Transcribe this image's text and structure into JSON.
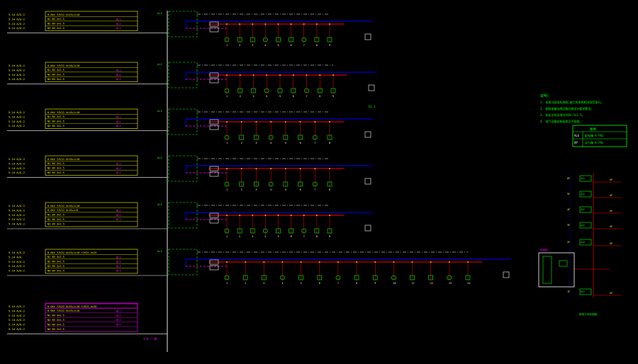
{
  "colors": {
    "background": "#000000",
    "yellow": "#ffff00",
    "magenta": "#ff00ff",
    "green": "#00ff00",
    "cyan": "#00ffff",
    "red": "#ff0000",
    "blue": "#0000ff",
    "white": "#ffffff",
    "gray": "#c0c0c0"
  },
  "sheet": {
    "bottom_label": "1.0 / 40",
    "diagram_tag": "E1.1"
  },
  "panels": [
    {
      "id": "p1",
      "left_labels": [
        "5.14 A/G-2",
        "5.14 A/G-2",
        "5.14 A/G-2",
        "5.14 A/G-2"
      ],
      "cable_rows": [
        "0.6kV YJV22-4×25+1×16",
        "N1  BV-3×2.5",
        "N2  BV-3×2.5",
        "N3  BV-3×2.5"
      ],
      "right_tags": [
        "WL1",
        "WL2",
        "WL3"
      ],
      "branch_count": 9
    },
    {
      "id": "p2",
      "left_labels": [
        "5.14 A/G-2",
        "5.14 A/G-2",
        "5.14 A/G-2",
        "5.14 A/G-2"
      ],
      "cable_rows": [
        "0.6kV YJV22-4×16+1×10",
        "N1  BV-3×2.5",
        "N2  BV-3×2.5",
        "N3  BV-3×2.5"
      ],
      "right_tags": [
        "WL1",
        "WL2",
        "WL3"
      ],
      "branch_count": 9
    },
    {
      "id": "p3",
      "left_labels": [
        "5.14 A/G-2",
        "5.14 A/G-2",
        "5.14 A/G-2",
        "5.14 A/G-2"
      ],
      "cable_rows": [
        "0.6kV YJV22-4×16+1×10",
        "N1  BV-3×2.5",
        "N2  BV-3×2.5",
        "N3  BV-3×2.5"
      ],
      "right_tags": [
        "WL1",
        "WL2",
        "WL3"
      ],
      "branch_count": 8
    },
    {
      "id": "p4",
      "left_labels": [
        "5.14 A/G-2",
        "5.14 A/G-2",
        "5.14 A/G-2",
        "5.14 A/G-2"
      ],
      "cable_rows": [
        "0.6kV YJV22-4×16+1×10",
        "N1  BV-3×2.5",
        "N2  BV-3×2.5",
        "N3  BV-3×2.5"
      ],
      "right_tags": [
        "WL1",
        "WL2",
        "WL3"
      ],
      "branch_count": 8
    },
    {
      "id": "p5",
      "left_labels": [
        "5.14 A/G-2",
        "5.14 A/G-2",
        "5.14 A/G-2",
        "5.14 A/G-2",
        "5.14 A/G-2"
      ],
      "cable_rows": [
        "0.6kV YJV22-4×16+1×10",
        "0.6kV YJV22-4×10+1×6",
        "N1  BV-3×2.5",
        "N2  BV-3×2.5",
        "N3  BV-3×2.5"
      ],
      "right_tags": [
        "WL1",
        "WL2",
        "WL3"
      ],
      "branch_count": 9
    },
    {
      "id": "p6",
      "left_labels": [
        "5.14 A/G-2",
        "5.14 A/G",
        "5.14 A/G-2",
        "5.14 A/G-2",
        "5.14 A/G-2"
      ],
      "cable_rows": [
        "0.6kV YJV22-4×25+1×16  YJV22-4×25",
        "N1  BV-3×2.5",
        "N2  BV-3×2.5",
        "N3  BV-3×2.5",
        "N4  BV-3×2.5"
      ],
      "right_tags": [
        "WL1",
        "WL2",
        "WL3",
        "WL4"
      ],
      "branch_count": 14
    },
    {
      "id": "p7",
      "left_labels": [
        "5.14 A/G-2",
        "5.14 A/G-2",
        "5.14 A/G-2",
        "5.14 A/G-2",
        "5.14 A/G-2",
        "5.14 A/G-2"
      ],
      "cable_rows": [
        "0.6kV YJV22-4×35+1×16  YJV22-4×35",
        "0.6kV YJV22-4×25+1×16",
        "N1  BV-3×2.5",
        "N2  BV-3×2.5",
        "N3  BV-3×2.5",
        "N4  BV-3×2.5"
      ],
      "right_tags": [
        "WL1",
        "WL2",
        "WL3",
        "WL4"
      ],
      "branch_count": 0
    }
  ],
  "notes": {
    "title": "说明:",
    "lines": [
      "1. 本图为配电系统图,施工时参照相关规范执行。",
      "2. 各配电箱出线回路应按设计要求敷设。",
      "3. 未标注的导线均为BV-3×2.5。",
      "4. 电气设备安装高度见平面图。"
    ]
  },
  "legend": {
    "title": "图例",
    "rows": [
      {
        "symbol": "ALE",
        "text": "配电箱  K-PXL"
      },
      {
        "symbol": "AP",
        "text": "动力箱  K-PXL"
      }
    ]
  },
  "riser": {
    "floor_labels": [
      "6F",
      "5F",
      "4F",
      "3F",
      "2F",
      "1F"
    ],
    "box_label": "ALE",
    "bottom_label": "配电干线系统图",
    "cabinet_caption": "进线柜"
  }
}
